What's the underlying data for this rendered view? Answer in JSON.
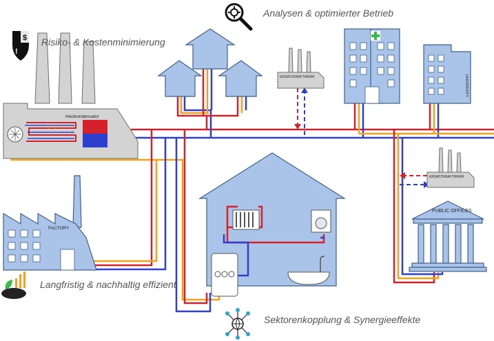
{
  "captions": {
    "analysen": "Analysen & optimierter Betrieb",
    "risiko": "Risiko- & Kostenminimierung",
    "langfristig": "Langfristig & nachhaltig effizient",
    "sektor": "Sektorenkopplung & Synergieeffekte"
  },
  "labels": {
    "heizkondensator": "Heizkondensator",
    "ersatz_top": "ERSATZKRAFTWERK",
    "ersatz_right": "ERSATZKRAFTWERK",
    "factory": "FACTORY",
    "university": "UNIVERSITY",
    "public_offices": "PUBLIC OFFICES"
  },
  "colors": {
    "supply": "#d4212a",
    "return": "#2d3fcc",
    "secondary": "#f4a21b",
    "building": "#a9c4e8",
    "outline": "#3f5f8a"
  },
  "icons": [
    "shield-dollar-icon",
    "gear-magnifier-icon",
    "plant-chart-icon",
    "network-globe-icon"
  ]
}
